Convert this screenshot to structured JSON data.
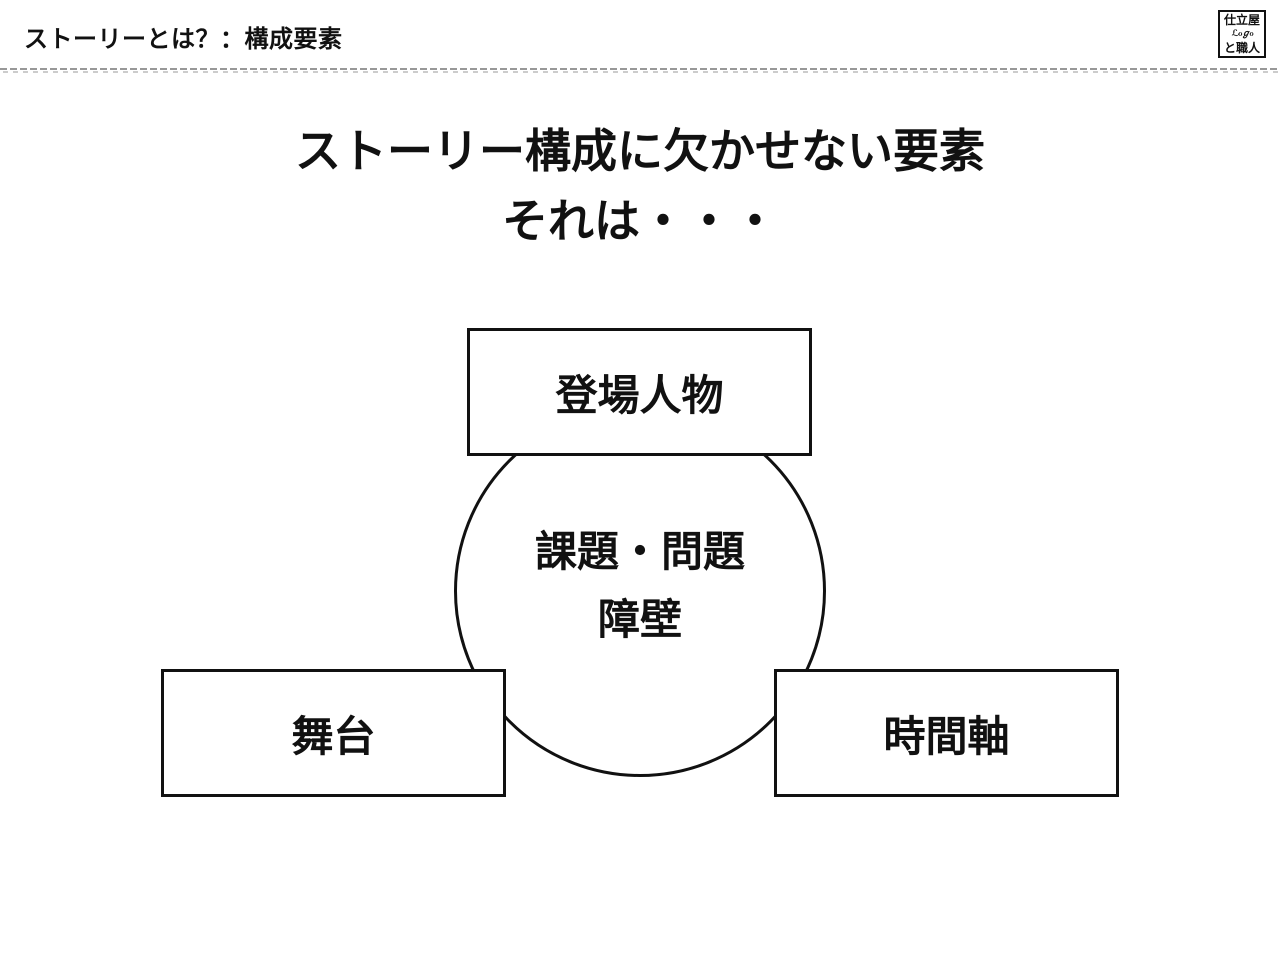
{
  "header": {
    "title": "ストーリーとは？：構成要素",
    "logo": {
      "line1": "仕立屋",
      "mark": "ℒℴℊℴ",
      "line2": "と職人"
    }
  },
  "heading": {
    "line1": "ストーリー構成に欠かせない要素",
    "line2": "それは・・・"
  },
  "diagram": {
    "center": {
      "line1": "課題・問題",
      "line2": "障壁"
    },
    "boxes": {
      "top": "登場人物",
      "left": "舞台",
      "right": "時間軸"
    }
  },
  "colors": {
    "ink": "#111111",
    "background": "#ffffff"
  }
}
